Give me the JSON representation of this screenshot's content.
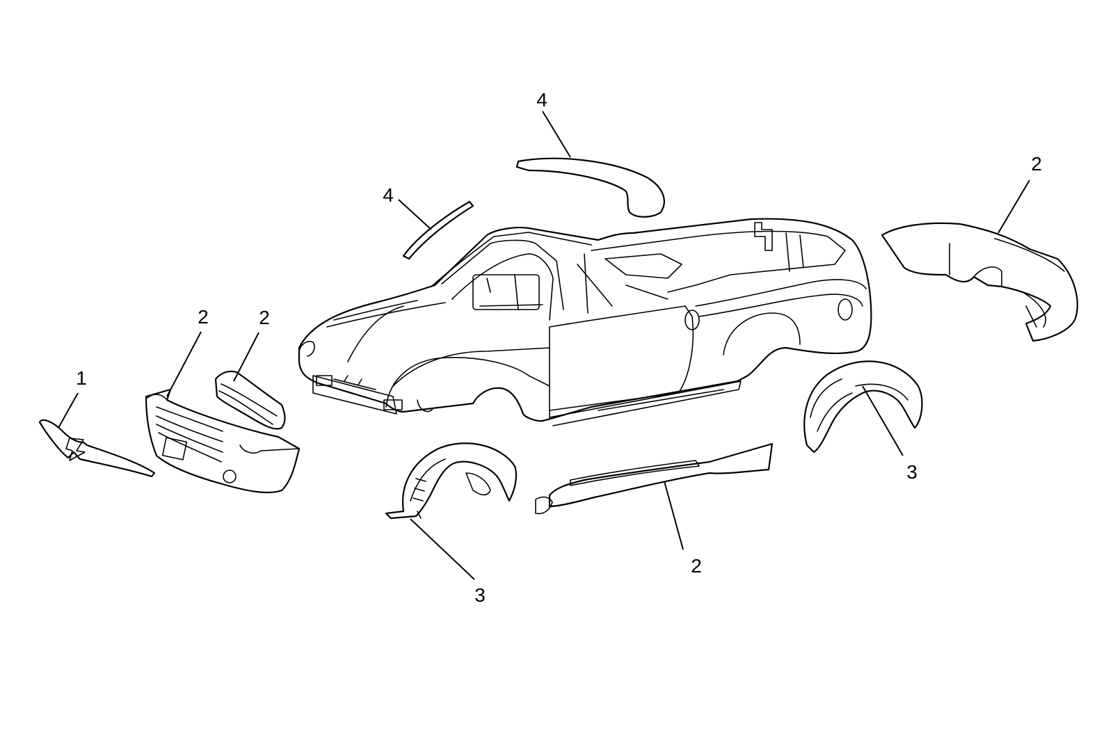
{
  "callouts": [
    {
      "id": "c1",
      "text": "1"
    },
    {
      "id": "c2a",
      "text": "2"
    },
    {
      "id": "c2b",
      "text": "2"
    },
    {
      "id": "c2c",
      "text": "2"
    },
    {
      "id": "c2d",
      "text": "2"
    },
    {
      "id": "c3a",
      "text": "3"
    },
    {
      "id": "c3b",
      "text": "3"
    },
    {
      "id": "c4a",
      "text": "4"
    },
    {
      "id": "c4b",
      "text": "4"
    }
  ]
}
